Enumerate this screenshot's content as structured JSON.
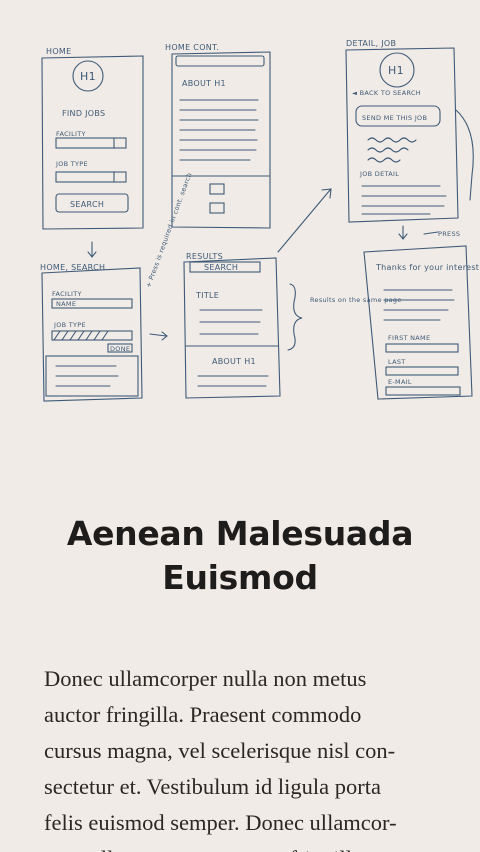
{
  "sketch": {
    "home_label": "HOME",
    "home_h1": "H1",
    "find_jobs": "FIND JOBS",
    "facility": "FACILITY",
    "job_type": "JOB TYPE",
    "search": "SEARCH",
    "home_cont_label": "HOME CONT.",
    "about_h1": "ABOUT H1",
    "detail_label": "DETAIL, JOB",
    "back_to_search": "◄ BACK TO SEARCH",
    "send_me_this_job": "SEND ME THIS JOB",
    "job_detail": "JOB DETAIL",
    "home_search_label": "HOME, SEARCH",
    "name": "NAME",
    "done": "DONE",
    "note_press": "+ Press is required in cont. search",
    "results_label": "RESULTS",
    "title": "TITLE",
    "results_note": "Results on the same page",
    "press_note": "PRESS",
    "thanks": "Thanks for your interest",
    "first_name": "FIRST NAME",
    "last": "LAST",
    "email": "E-MAIL"
  },
  "article": {
    "heading_line1": "Aenean Malesuada",
    "heading_line2": "Euismod",
    "paragraph_lines": [
      "Donec ullamcorper nulla non metus",
      "auctor fringilla. Praesent commodo",
      "cursus magna, vel scelerisque nisl con-",
      "sectetur et. Vestibulum id ligula porta",
      "felis euismod semper. Donec ullamcor-",
      "per nulla non metus auctor fringilla."
    ]
  },
  "colors": {
    "background": "#f0ebe6",
    "ink": "#3e5a78",
    "heading": "#1f1d1b"
  }
}
